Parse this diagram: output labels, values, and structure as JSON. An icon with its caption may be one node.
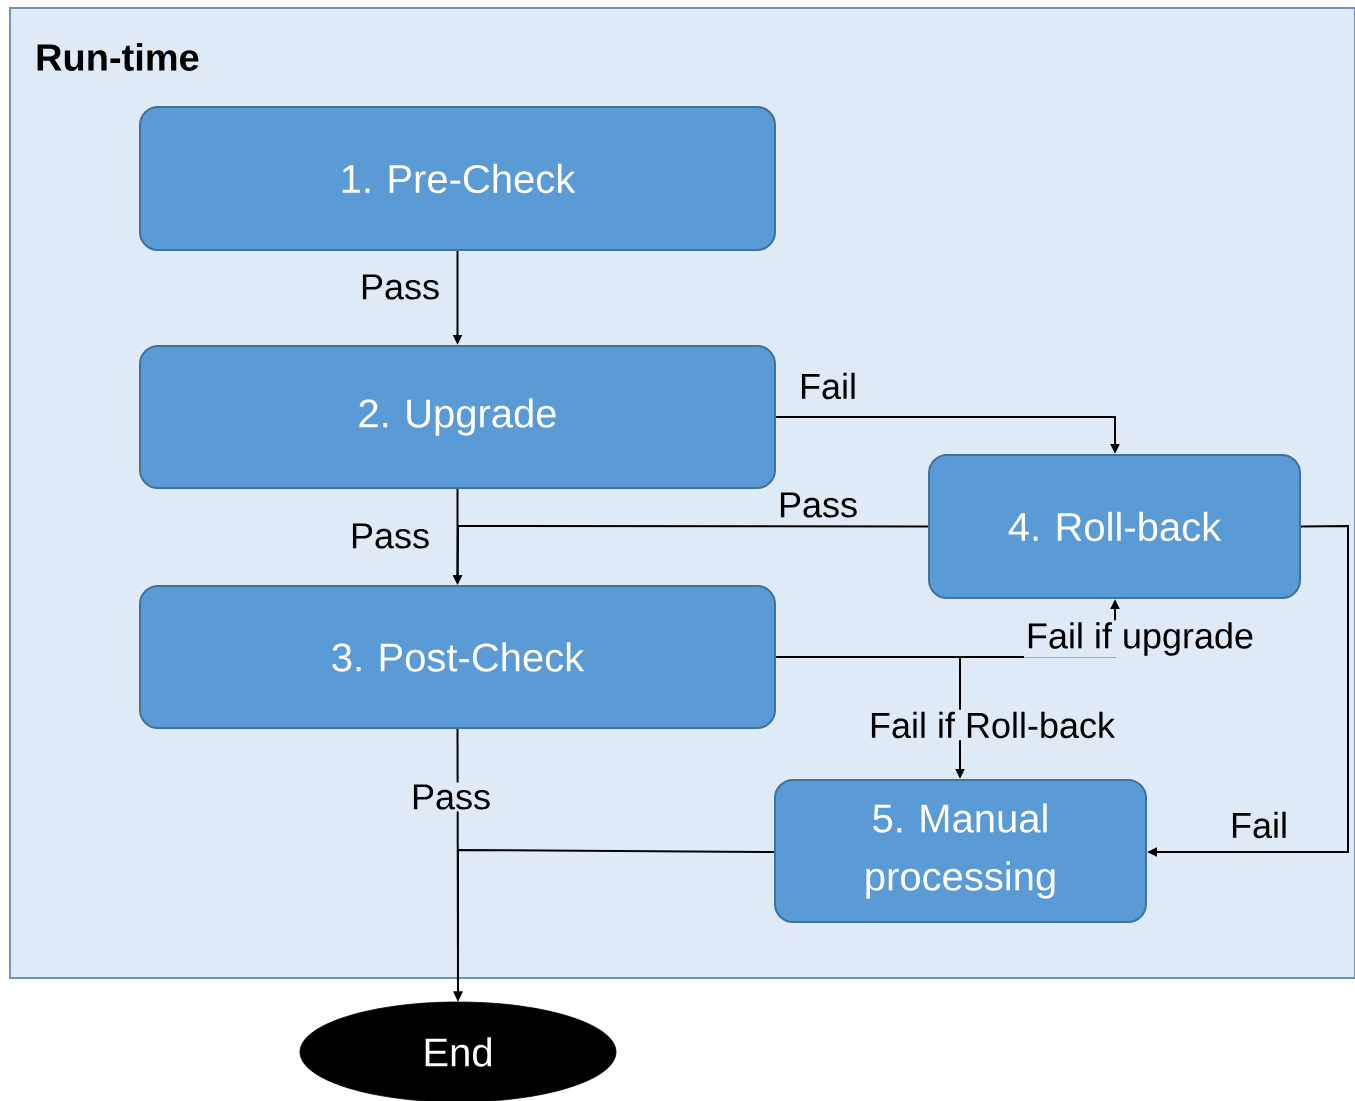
{
  "diagram": {
    "nodes": [
      {
        "text": [
          "Run-time"
        ]
      },
      {
        "text": [
          "1. Pre-Check"
        ],
        "in": 0
      },
      {
        "text": [
          "2. Upgrade"
        ],
        "in": 0
      },
      {
        "text": [
          "3. Post-Check"
        ],
        "in": 0
      },
      {
        "text": [
          "4. Roll-back"
        ],
        "in": 0
      },
      {
        "text": [
          "5. Manual processing"
        ],
        "in": 0
      },
      {
        "text": [
          "End"
        ]
      }
    ],
    "edges": [
      {
        "from": 1,
        "to": 2,
        "arrow": "to",
        "label": "Pass"
      },
      {
        "from": 2,
        "to": 3,
        "arrow": "to",
        "label": "Pass"
      },
      {
        "from": 2,
        "to": 4,
        "arrow": "to",
        "label": "Fail"
      },
      {
        "from": 4,
        "to": 3,
        "arrow": "to",
        "label": "Pass"
      },
      {
        "from": 3,
        "to": 4,
        "arrow": "to",
        "label": "Fail if upgrade"
      },
      {
        "from": 3,
        "to": 5,
        "arrow": "to",
        "label": "Fail if Roll-back"
      },
      {
        "from": 4,
        "to": 5,
        "arrow": "to",
        "label": "Fail"
      },
      {
        "from": 3,
        "to": 6,
        "arrow": "to",
        "label": "Pass"
      },
      {
        "from": 5,
        "to": 6,
        "arrow": "to"
      }
    ]
  }
}
